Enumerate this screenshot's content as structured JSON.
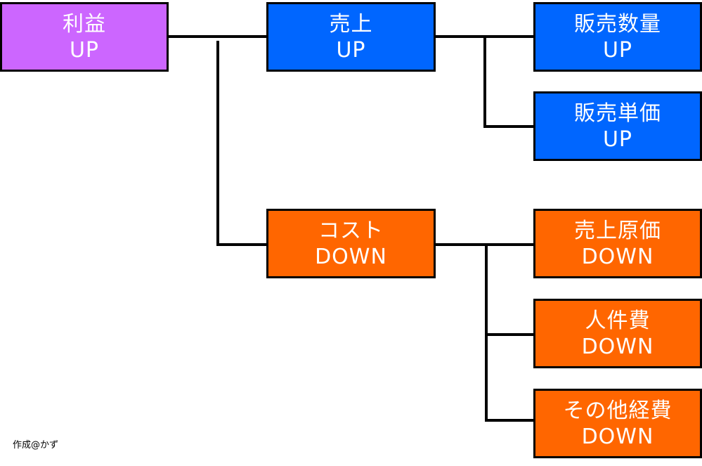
{
  "colors": {
    "profit": "#cc66ff",
    "sales": "#0066ff",
    "cost": "#ff6600",
    "text": "#ffffff",
    "border": "#000000"
  },
  "nodes": {
    "profit": {
      "line1": "利益",
      "line2": "UP"
    },
    "sales": {
      "line1": "売上",
      "line2": "UP"
    },
    "sales_volume": {
      "line1": "販売数量",
      "line2": "UP"
    },
    "unit_price": {
      "line1": "販売単価",
      "line2": "UP"
    },
    "cost": {
      "line1": "コスト",
      "line2": "DOWN"
    },
    "cost_of_sales": {
      "line1": "売上原価",
      "line2": "DOWN"
    },
    "personnel": {
      "line1": "人件費",
      "line2": "DOWN"
    },
    "other_expenses": {
      "line1": "その他経費",
      "line2": "DOWN"
    }
  },
  "credit": "作成@かず"
}
